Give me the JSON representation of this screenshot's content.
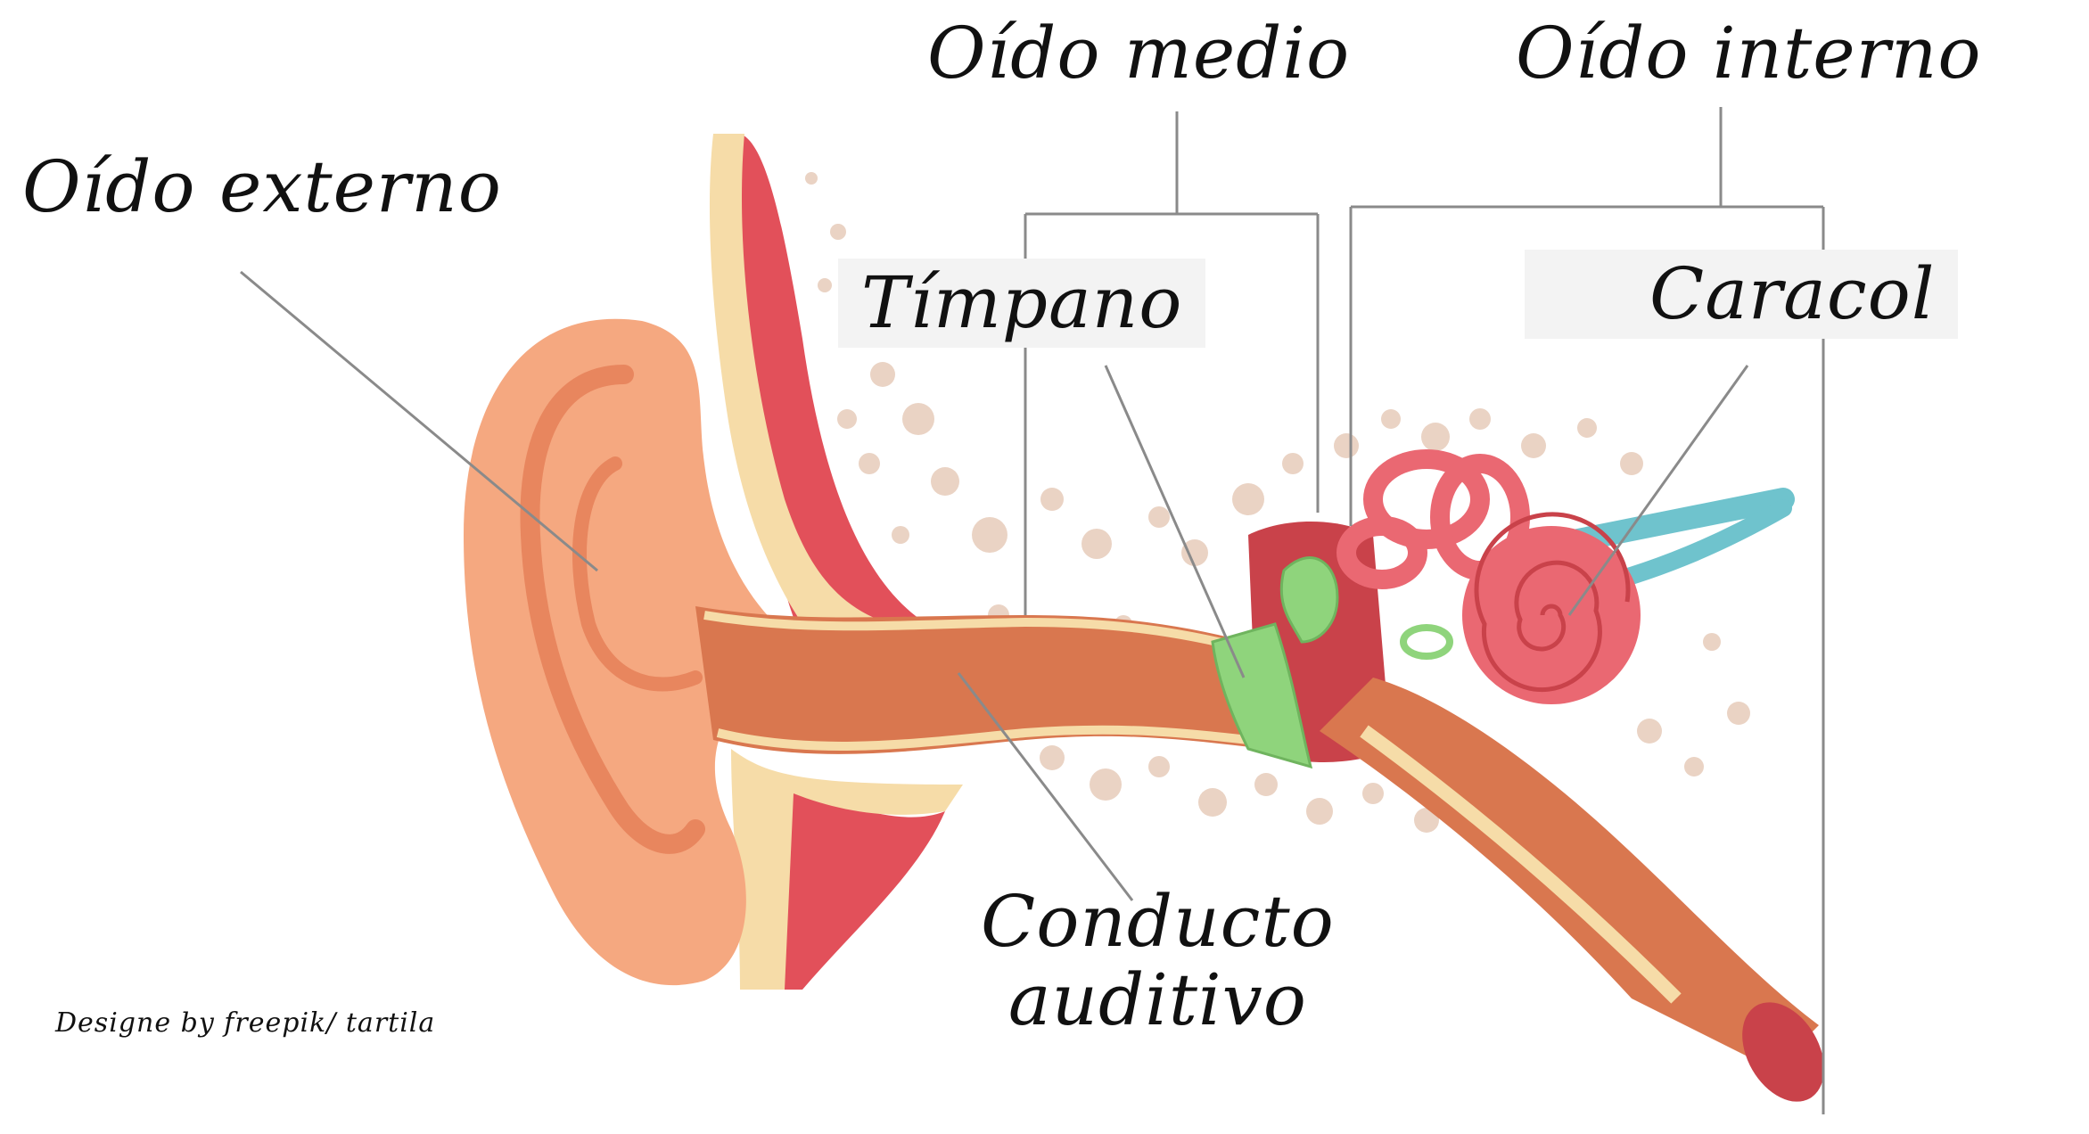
{
  "labels": {
    "oido_externo": "Oído externo",
    "oido_medio": "Oído medio",
    "oido_interno": "Oído interno",
    "timpano": "Tímpano",
    "caracol": "Caracol",
    "conducto_line1": "Conducto",
    "conducto_line2": "auditivo"
  },
  "credit": "Designe by freepik/ tartila",
  "colors": {
    "skin": "#f5a880",
    "skin_dark": "#e8865e",
    "canal": "#d9774f",
    "cartilage": "#f6dca8",
    "muscle": "#e2505a",
    "bone_spots": "#ead3c4",
    "eardrum": "#8fd47c",
    "cochlea": "#ea6872",
    "nerve": "#6fc3cd",
    "leader_line": "#8a8a8a"
  }
}
